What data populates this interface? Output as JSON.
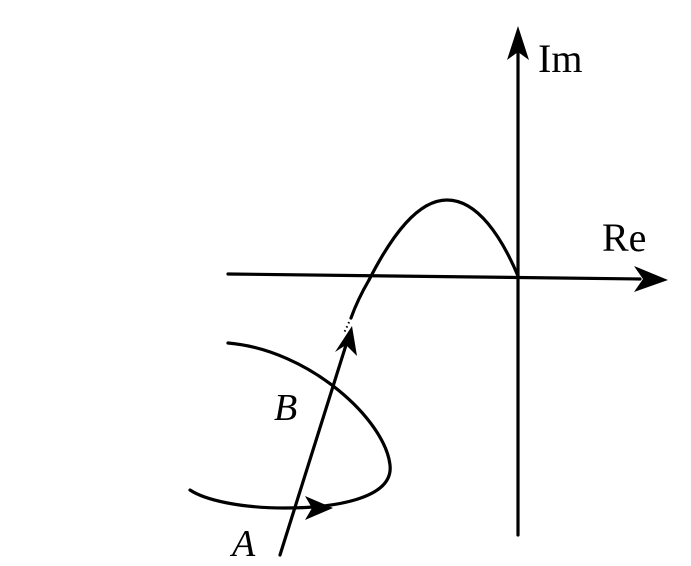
{
  "axes": {
    "imaginary_label": "Im",
    "real_label": "Re"
  },
  "points": {
    "a_label": "A",
    "b_label": "B"
  }
}
